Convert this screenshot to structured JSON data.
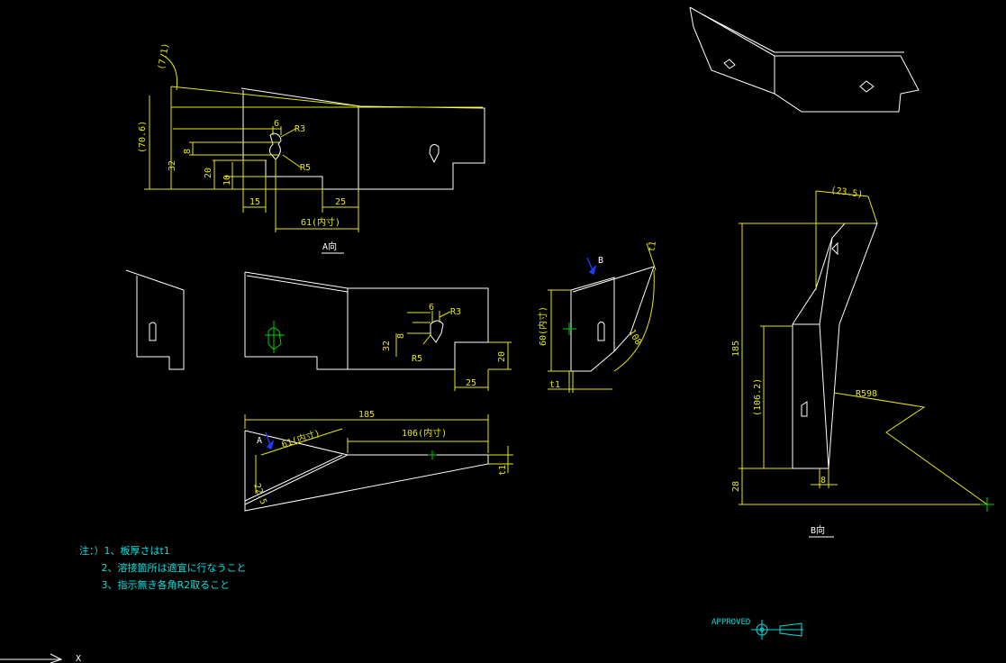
{
  "drawing": {
    "view_labels": {
      "a_view": "A向",
      "b_view": "B向"
    },
    "arrow_labels": {
      "a": "A",
      "b": "B"
    },
    "dims_top": {
      "d71": "(7.1)",
      "d706": "(70.6)",
      "d32": "32",
      "d8": "8",
      "d6": "6",
      "r3": "R3",
      "r5": "R5",
      "d20": "20",
      "d10": "10",
      "d15": "15",
      "d25": "25",
      "d61": "61(内寸)"
    },
    "dims_mid": {
      "d6": "6",
      "r3": "R3",
      "d8": "8",
      "d32": "32",
      "r5": "R5",
      "d20": "20",
      "d25": "25"
    },
    "dims_bottom": {
      "d185": "185",
      "d61": "61(内寸)",
      "d106": "106(内寸)",
      "d225": "22.5",
      "t1": "t1"
    },
    "dims_side": {
      "t1a": "t1",
      "d60": "60(内寸)",
      "t1b": "t1",
      "d108": "108"
    },
    "dims_right": {
      "d235": "(23.5)",
      "d185": "185",
      "d1062": "(106.2)",
      "r598": "R598",
      "d28": "28",
      "d8": "8"
    },
    "notes": [
      "注：）1、板厚さはt1",
      "       2、溶接箇所は適宜に行なうこと",
      "       3、指示無き各角R2取ること"
    ],
    "approved": "APPROVED",
    "axis_x": "X"
  },
  "colors": {
    "background": "#000000",
    "outline": "#ffffff",
    "dimension": "#e8e800",
    "text_cyan": "#00e0e0",
    "center": "#00d000",
    "arrow": "#1e3cff"
  }
}
